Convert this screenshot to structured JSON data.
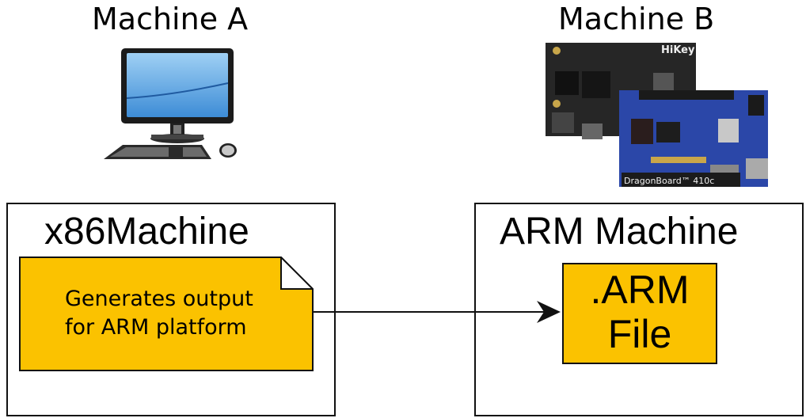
{
  "machine_a": {
    "label": "Machine A",
    "icon": "desktop-computer-icon",
    "box": {
      "title": "x86Machine",
      "note_line1": "Generates output",
      "note_line2": "for ARM platform"
    }
  },
  "machine_b": {
    "label": "Machine B",
    "icon": "dev-boards-photo",
    "board_labels": [
      "HiKey",
      "DragonBoard™ 410c"
    ],
    "box": {
      "title": "ARM Machine",
      "file_line1": ".ARM",
      "file_line2": "File"
    }
  },
  "colors": {
    "note_fill": "#fbc200",
    "stroke": "#111111",
    "board_blue": "#2b47a8",
    "board_black": "#262626",
    "screen_blue": "#5aa6e0"
  }
}
